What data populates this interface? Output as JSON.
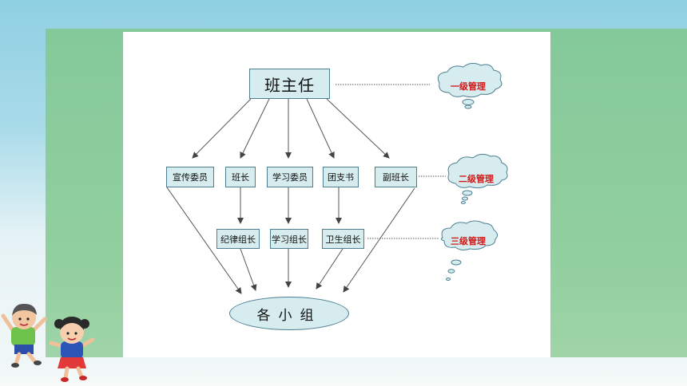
{
  "diagram": {
    "top_node": "班主任",
    "level2_nodes": [
      "宣传委员",
      "班长",
      "学习委员",
      "团支书",
      "副班长"
    ],
    "level3_nodes": [
      "纪律组长",
      "学习组长",
      "卫生组长"
    ],
    "bottom_node": "各小组",
    "levels": [
      "一级管理",
      "二级管理",
      "三级管理"
    ]
  },
  "colors": {
    "node_fill": "#d6ecee",
    "node_border": "#4d7f91",
    "cloud_text": "#d11a1a",
    "slide_green": "#8ccd9c",
    "sky": "#8fd0e3"
  },
  "decorations": {
    "icons": [
      "cartoon-boy-icon",
      "cartoon-girl-icon",
      "thought-cloud-icon"
    ]
  }
}
